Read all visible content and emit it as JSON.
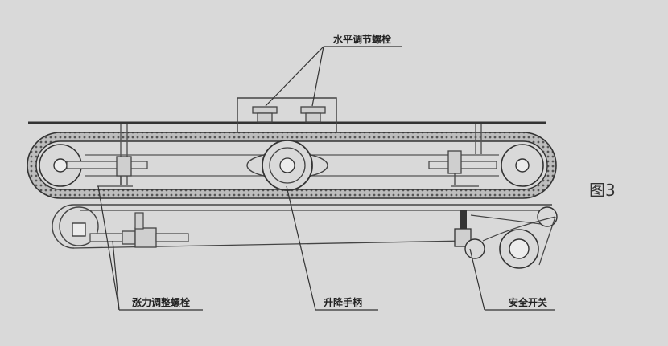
{
  "labels": {
    "horizontal_bolt": "水平调节螺栓",
    "tension_bolt": "涨力调整螺栓",
    "lift_handle": "升降手柄",
    "safety_switch": "安全开关"
  },
  "figure_label": "图3",
  "colors": {
    "background": "#d9d9d9",
    "line": "#3a3a3a",
    "belt_fill": "#9a9a9a"
  }
}
